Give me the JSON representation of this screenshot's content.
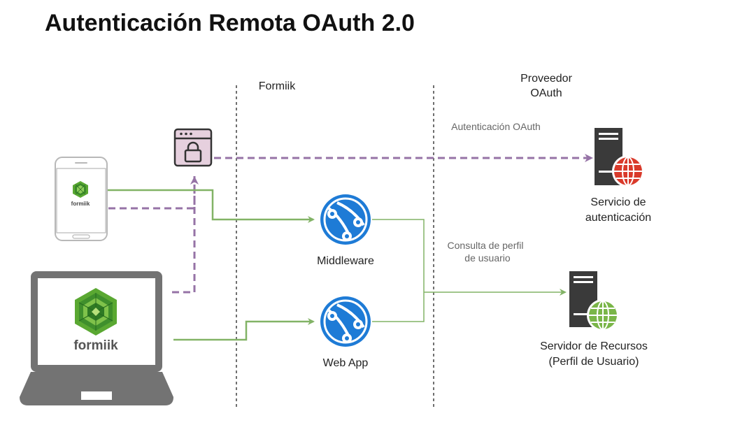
{
  "title": "Autenticación Remota OAuth 2.0",
  "zones": {
    "formiik": "Formiik",
    "provider_line1": "Proveedor",
    "provider_line2": "OAuth"
  },
  "edge_labels": {
    "oauth_auth": "Autenticación OAuth",
    "profile_query_line1": "Consulta de perfil",
    "profile_query_line2": "de usuario"
  },
  "nodes": {
    "phone_logo_text": "formiik",
    "laptop_logo_text": "formiik",
    "middleware": "Middleware",
    "webapp": "Web App",
    "auth_service_line1": "Servicio de",
    "auth_service_line2": "autenticación",
    "resource_server_line1": "Servidor de Recursos",
    "resource_server_line2": "(Perfil de Usuario)"
  },
  "colors": {
    "green_flow": "#82b366",
    "purple_flow": "#9673a6",
    "azure_blue": "#1e7bd6",
    "server_dark": "#3a3a3a",
    "globe_red": "#d93a2b",
    "globe_green": "#7ab648",
    "formiik_green": "#5aa832"
  }
}
